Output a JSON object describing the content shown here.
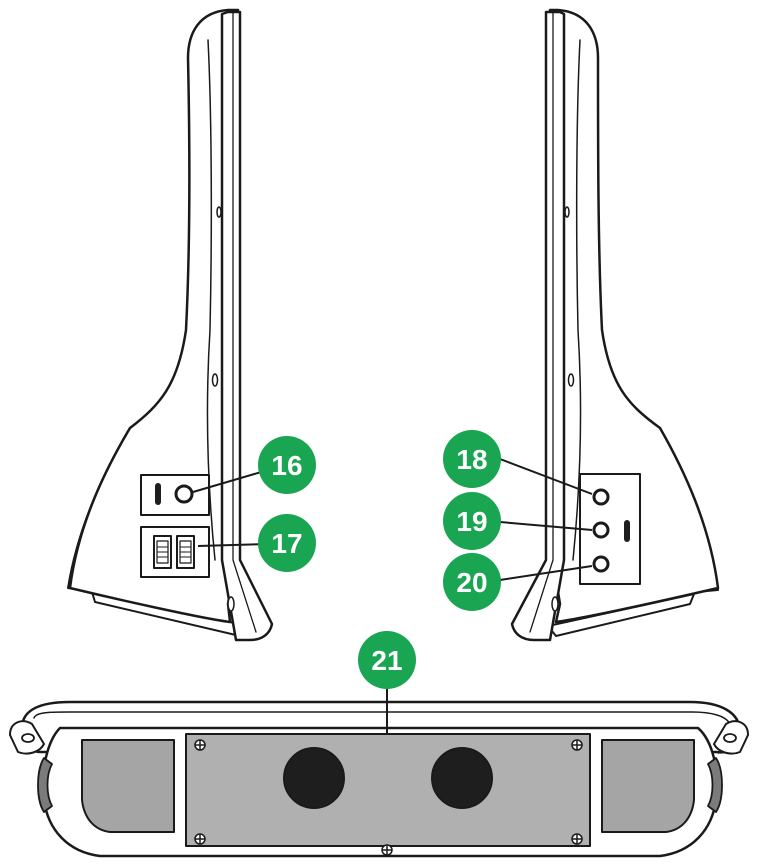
{
  "colors": {
    "badge": "#1aa552",
    "badge_text": "#ffffff",
    "outline": "#1a1a1a",
    "body_fill": "#ffffff",
    "side_panel": "#7b7b7b",
    "gray_pad": "#a5a5a5",
    "plate": "#b0b0b0",
    "hole": "#1e1e1e"
  },
  "callouts": [
    {
      "id": "16",
      "label": "16"
    },
    {
      "id": "17",
      "label": "17"
    },
    {
      "id": "18",
      "label": "18"
    },
    {
      "id": "19",
      "label": "19"
    },
    {
      "id": "20",
      "label": "20"
    },
    {
      "id": "21",
      "label": "21"
    }
  ]
}
